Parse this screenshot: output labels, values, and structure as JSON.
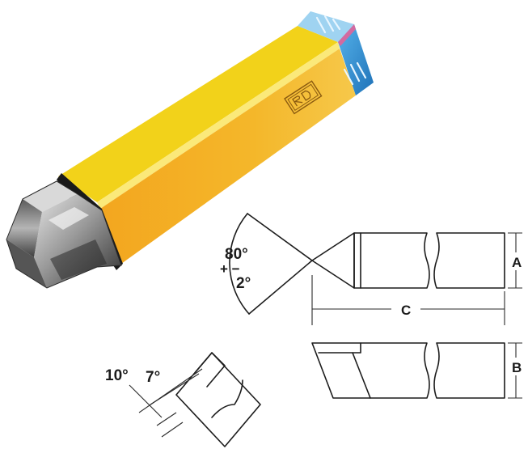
{
  "labels": {
    "angle_main": "80°",
    "tolerance_sign": "+ −",
    "angle_tol": "2°",
    "dim_a": "A",
    "dim_b": "B",
    "dim_c": "C",
    "angle_top": "10°",
    "angle_side": "7°"
  },
  "colors": {
    "shank_top": "#f2d21a",
    "shank_side": "#f0a420",
    "shank_face": "#f6c31e",
    "shank_highlight": "#fbe97a",
    "end_cap": "#2f8fd0",
    "end_cap_light": "#7ec4ee",
    "end_cap_pink": "#d36aa0",
    "tip_dark": "#3a3a3a",
    "tip_mid": "#8c8c8c",
    "tip_light": "#d9d9d9",
    "line": "#1c1c1c"
  },
  "icons": {
    "brand_logo": "rd-stamp-logo"
  }
}
